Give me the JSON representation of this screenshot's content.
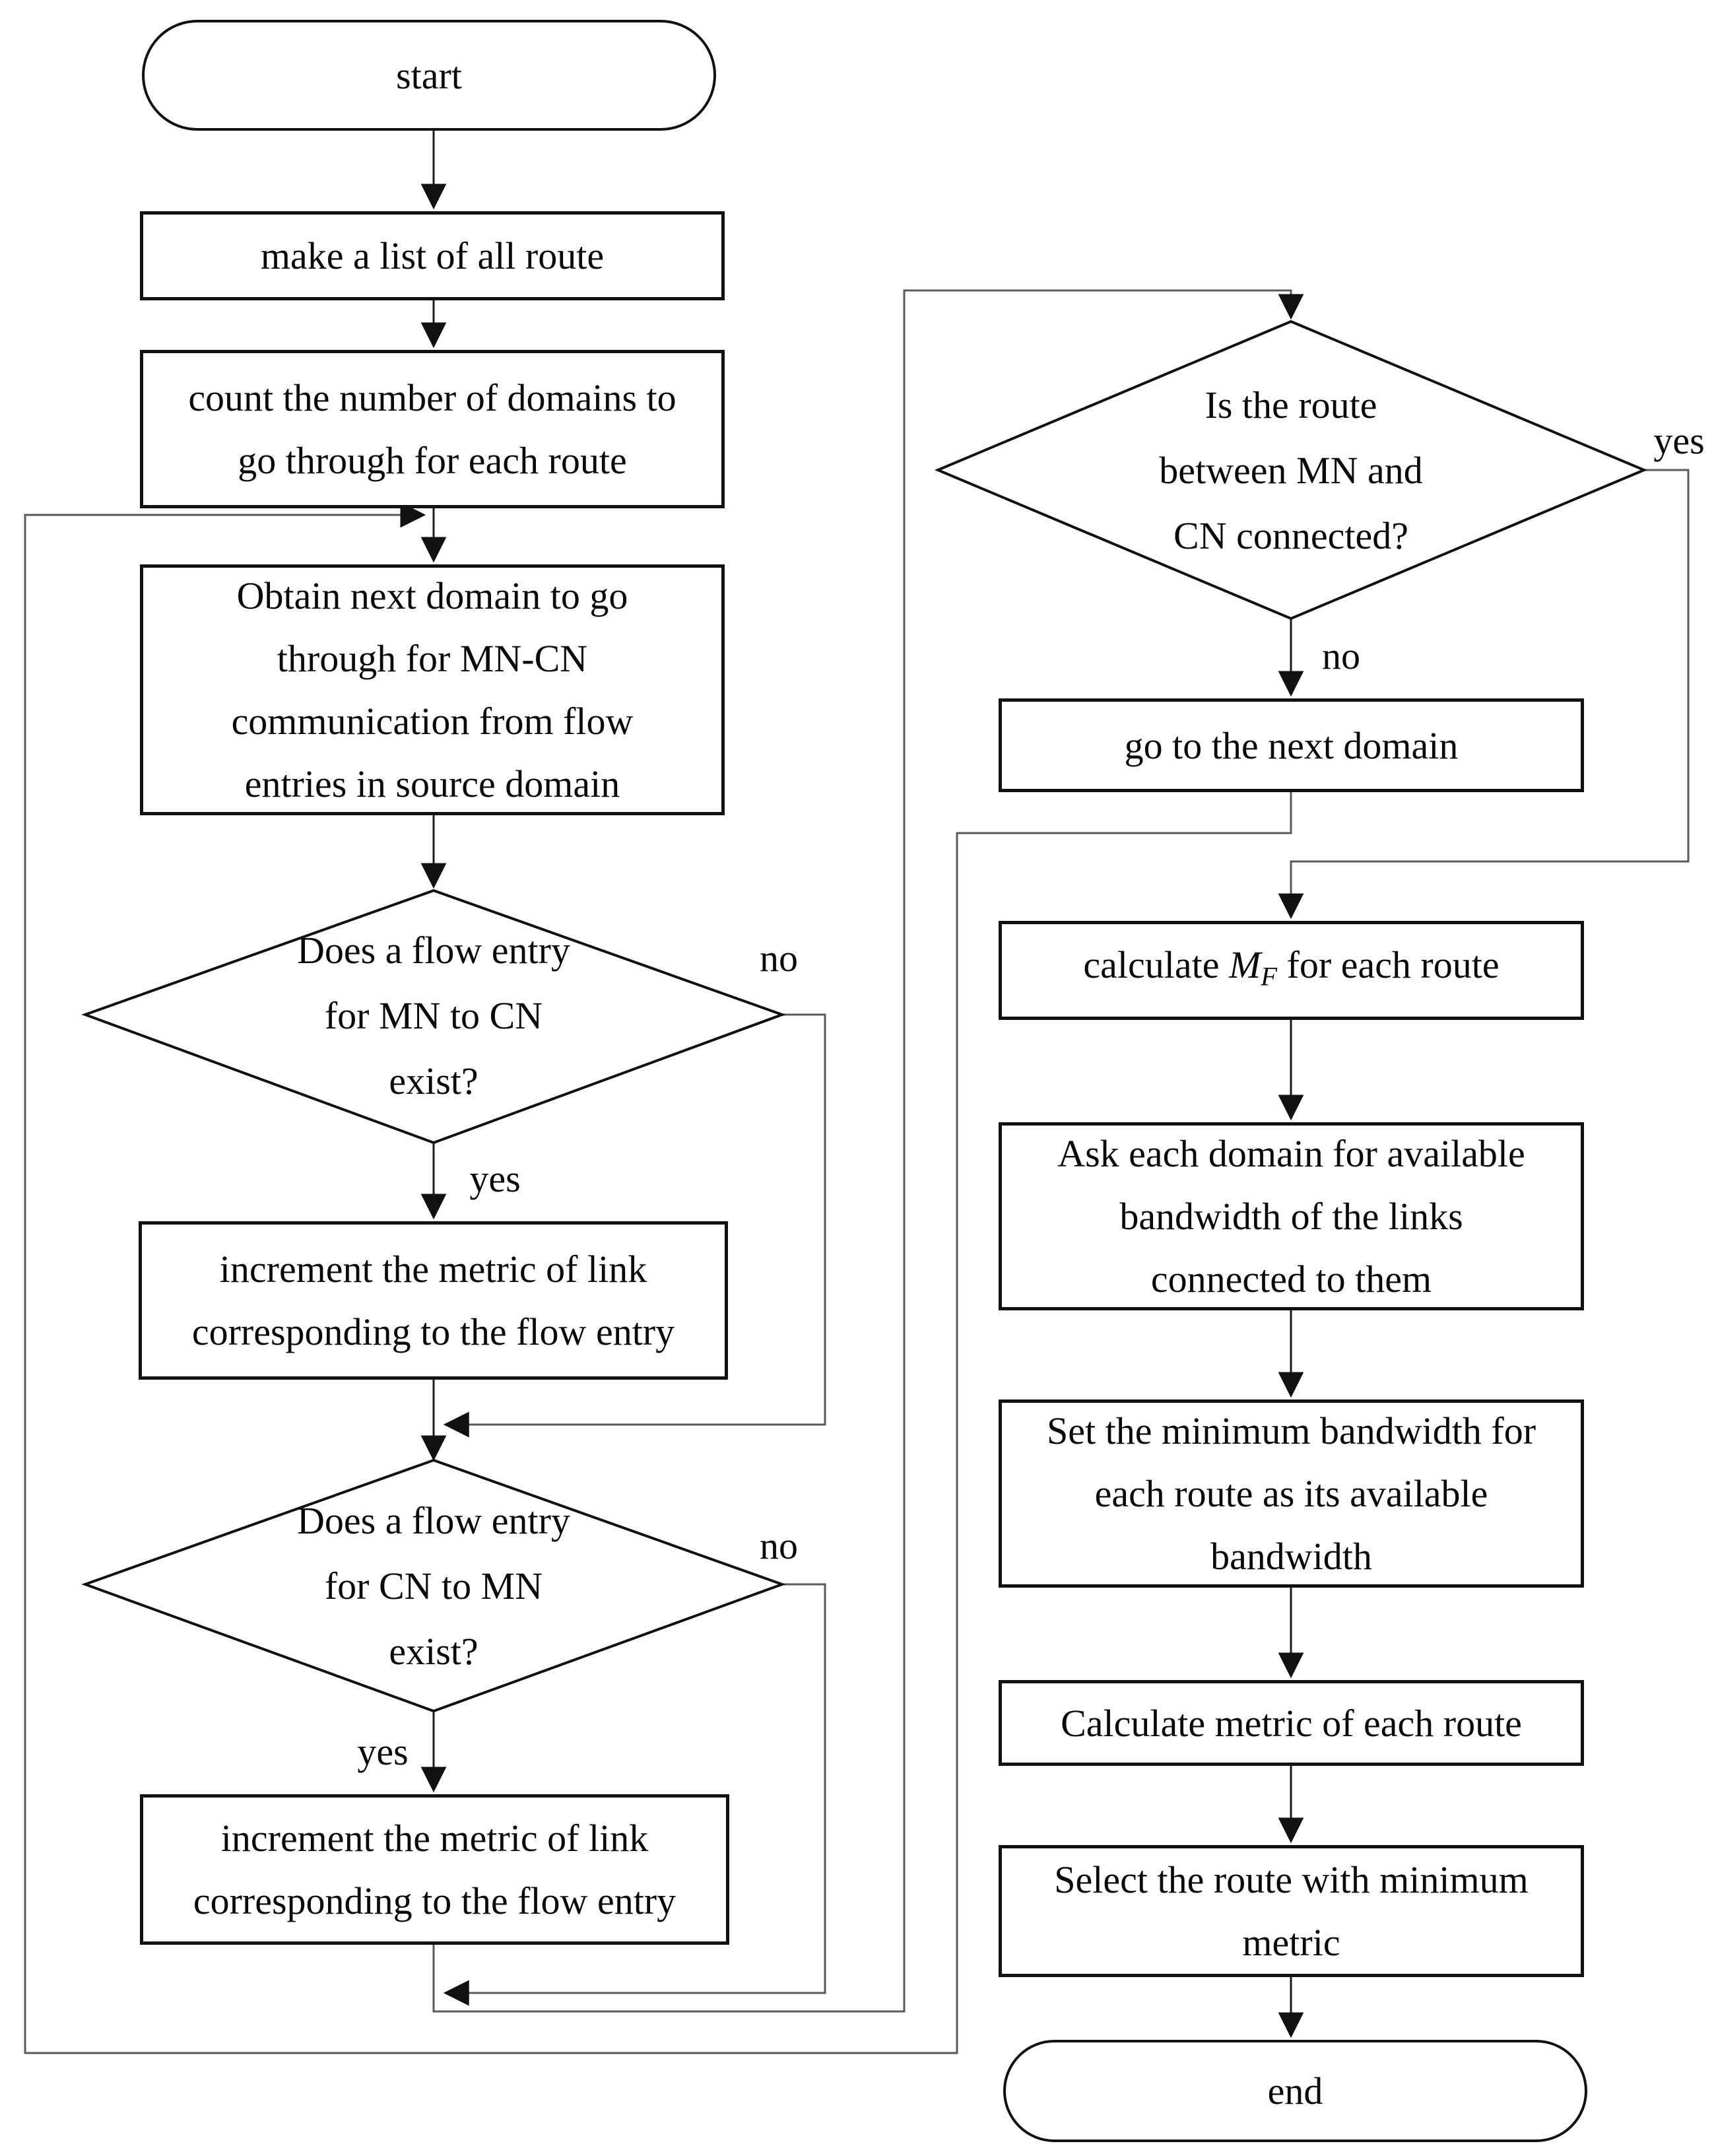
{
  "diagram": {
    "type": "flowchart",
    "colors": {
      "background": "#ffffff",
      "shape_border": "#111111",
      "text": "#0a0a0a",
      "connector_long": "#5a5a5a",
      "connector_short": "#1a1a1a"
    },
    "nodes": {
      "start": "start",
      "make_list": "make a list of all route",
      "count_domains": "count the number of domains to\ngo through for each route",
      "obtain_next_domain": "Obtain next domain to go\nthrough for MN-CN\ncommunication from flow\nentries in source domain",
      "flow_entry_mn_cn": "Does a flow entry\nfor MN to CN\nexist?",
      "increment_metric_1": "increment the metric of link\ncorresponding to the flow entry",
      "flow_entry_cn_mn": "Does a flow entry\nfor CN to MN\nexist?",
      "increment_metric_2": "increment the metric of link\ncorresponding to the flow entry",
      "route_connected": "Is the route\nbetween MN and\nCN connected?",
      "go_next_domain": "go to the next domain",
      "calculate_mf": {
        "prefix": "calculate ",
        "var": "M",
        "sub": "F",
        "suffix": " for each route"
      },
      "ask_bandwidth": "Ask each domain for available\nbandwidth of the links\nconnected to them",
      "set_min_bandwidth": "Set the minimum bandwidth for\neach route as its available\nbandwidth",
      "calc_metric": "Calculate metric of each route",
      "select_route": "Select the route with minimum\nmetric",
      "end": "end"
    },
    "edge_labels": {
      "d1_yes": "yes",
      "d1_no": "no",
      "d2_yes": "yes",
      "d2_no": "no",
      "d3_yes": "yes",
      "d3_no": "no"
    }
  }
}
